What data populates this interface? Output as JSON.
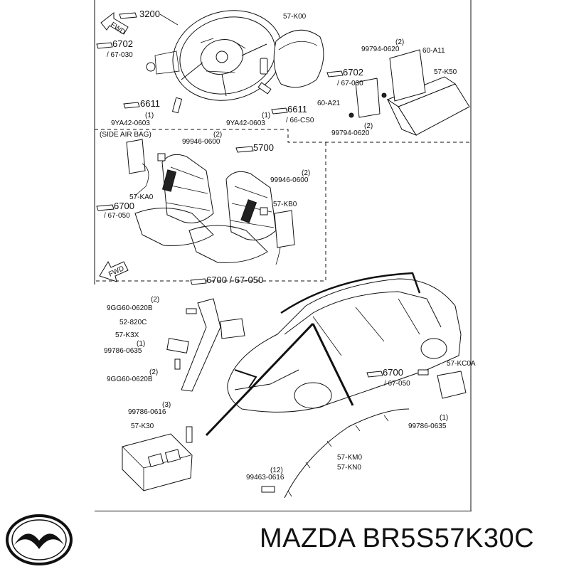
{
  "callouts": {
    "ref_3200": "3200",
    "ref_6702_top": "6702",
    "ref_67030_top": "/ 67-030",
    "ref_6611_left": "6611",
    "qty_9ya_left": "(1)",
    "bolt_9ya_left": "9YA42-0603",
    "ref_57k00": "57-K00",
    "qty_9ya_right": "(1)",
    "bolt_9ya_right": "9YA42-0603",
    "ref_6611_right": "6611",
    "ref_66cs0": "/ 66-CS0",
    "qty_99794_top": "(2)",
    "bolt_99794_top": "99794-0620",
    "ref_60a11": "60-A11",
    "ref_6702_right": "6702",
    "ref_67030_right": "/ 67-030",
    "ref_57k50": "57-K50",
    "ref_60a21": "60-A21",
    "qty_99794_bot": "(2)",
    "bolt_99794_bot": "99794-0620",
    "side_air_bag": "(SIDE AIR BAG)",
    "qty_99946_a": "(2)",
    "bolt_99946_a": "99946-0600",
    "ref_5700": "5700",
    "qty_99946_b": "(2)",
    "bolt_99946_b": "99946-0600",
    "ref_57ka0": "57-KA0",
    "ref_6700_left": "6700",
    "ref_67050_left": "/ 67-050",
    "ref_57kb0": "57-KB0",
    "ref_6700_bottom": "6700 / 67-050",
    "qty_9gg_a": "(2)",
    "bolt_9gg_a": "9GG60-0620B",
    "ref_52820c": "52-820C",
    "ref_57k3x": "57-K3X",
    "qty_99786_a": "(1)",
    "bolt_99786_a": "99786-0635",
    "qty_9gg_b": "(2)",
    "bolt_9gg_b": "9GG60-0620B",
    "qty_99786_616": "(3)",
    "bolt_99786_616": "99786-0616",
    "ref_57k30": "57-K30",
    "ref_6700_right": "6700",
    "ref_67050_right": "/ 67-050",
    "ref_57kc0a": "57-KC0A",
    "qty_99786_b": "(1)",
    "bolt_99786_b": "99786-0635",
    "ref_57km0": "57-KM0",
    "ref_57kn0": "57-KN0",
    "qty_99463": "(12)",
    "bolt_99463": "99463-0616",
    "fwd_top": "FWD",
    "fwd_mid": "FWD"
  },
  "footer": {
    "part_number": "MAZDA BR5S57K30C",
    "logo_icon": "mazda-logo-icon"
  }
}
